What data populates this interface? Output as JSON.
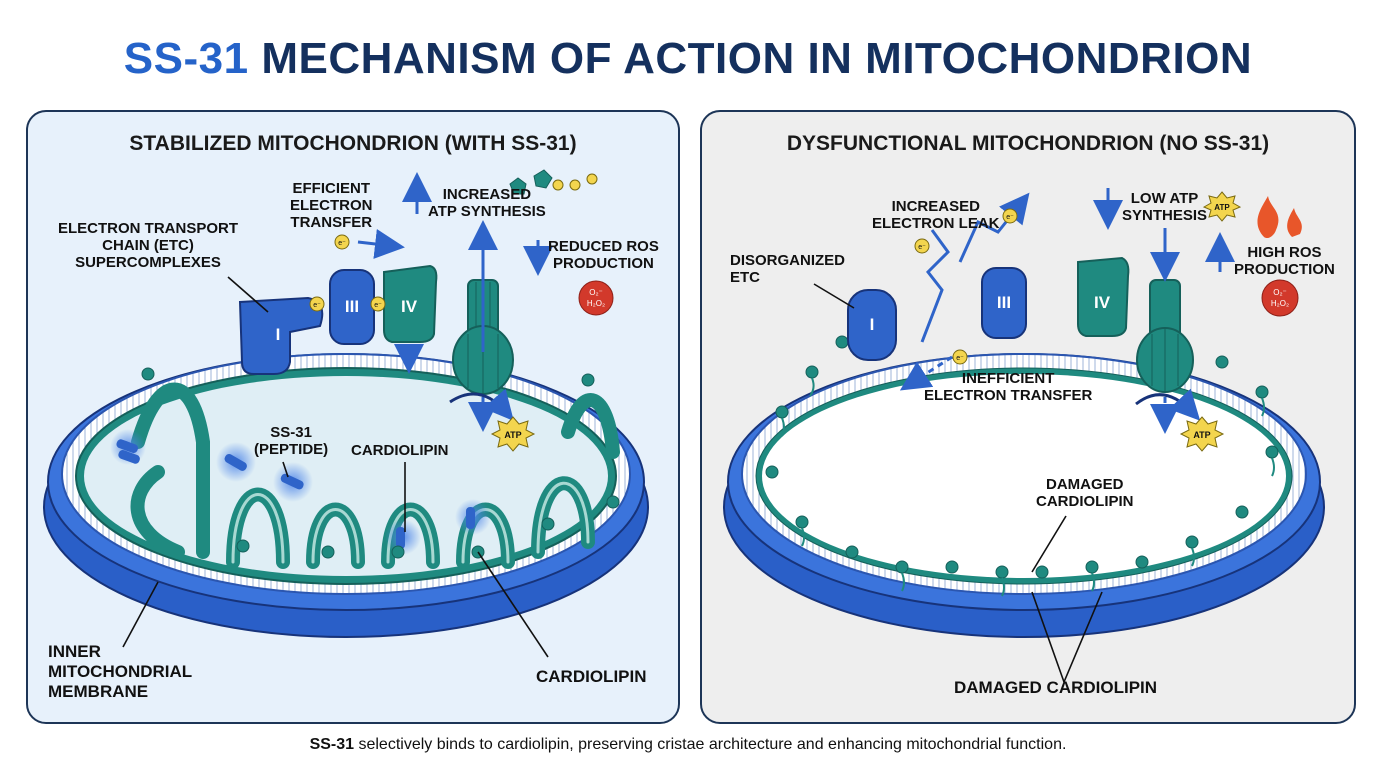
{
  "title": {
    "highlight": "SS-31",
    "rest": "MECHANISM OF ACTION IN MITOCHONDRION"
  },
  "left_panel": {
    "title": "STABILIZED MITOCHONDRION (WITH SS-31)",
    "labels": {
      "etc": "ELECTRON TRANSPORT\nCHAIN (ETC)\nSUPERCOMPLEXES",
      "efficient": "EFFICIENT\nELECTRON\nTRANSFER",
      "increased_atp": "INCREASED\nATP SYNTHESIS",
      "reduced_ros": "REDUCED ROS\nPRODUCTION",
      "ss31": "SS-31\n(PEPTIDE)",
      "cardiolipin_inner": "CARDIOLIPIN",
      "inner_membrane": "INNER\nMITOCHONDRIAL\nMEMBRANE",
      "cardiolipin_bottom": "CARDIOLIPIN"
    },
    "complexes": [
      "I",
      "III",
      "IV"
    ]
  },
  "right_panel": {
    "title": "DYSFUNCTIONAL MITOCHONDRION (NO SS-31)",
    "labels": {
      "leak": "INCREASED\nELECTRON LEAK",
      "low_atp": "LOW ATP\nSYNTHESIS",
      "high_ros": "HIGH ROS\nPRODUCTION",
      "disorganized": "DISORGANIZED\nETC",
      "inefficient": "INEFFICIENT\nELECTRON TRANSFER",
      "damaged_inner": "DAMAGED\nCARDIOLIPIN",
      "damaged_bottom": "DAMAGED CARDIOLIPIN"
    },
    "complexes": [
      "I",
      "III",
      "IV"
    ]
  },
  "badges": {
    "atp": "ATP",
    "electron": "e⁻",
    "ros_o2": "O₂⁻",
    "ros_h2o2": "H₂O₂"
  },
  "caption": {
    "bold": "SS-31",
    "text": " selectively binds to cardiolipin, preserving cristae architecture and enhancing mitochondrial function."
  },
  "colors": {
    "membrane_blue": "#2f64c9",
    "teal": "#1f8a80",
    "navy": "#14305e",
    "accent": "#2563c9",
    "ros_red": "#d2392b"
  }
}
